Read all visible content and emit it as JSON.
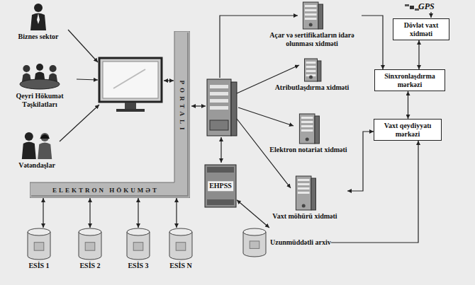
{
  "diagram": {
    "nodes": [
      {
        "text": [
          "Biznes sektor"
        ]
      },
      {
        "text": [
          "Qeyri Hökumət Təşkilatları"
        ]
      },
      {
        "text": [
          "Vətəndaşlar"
        ]
      },
      {
        "text": [
          "ELEKTRON HÖKUMƏT",
          "PORTALI"
        ]
      },
      {
        "text": [
          "ESİS 1"
        ]
      },
      {
        "text": [
          "ESİS 2"
        ]
      },
      {
        "text": [
          "ESİS 3"
        ]
      },
      {
        "text": [
          "ESİS N"
        ]
      },
      {
        "text": [
          "EHPSS"
        ]
      },
      {
        "text": [
          "Açar və sertifikatların idarə olunması xidməti"
        ]
      },
      {
        "text": [
          "Atributlaşdırma xidməti"
        ]
      },
      {
        "text": [
          "Elektron notariat xidməti"
        ]
      },
      {
        "text": [
          "Vaxt möhürü xidməti"
        ]
      },
      {
        "text": [
          "Uzunmüddətli arxiv"
        ]
      },
      {
        "text": [
          "Dövlət vaxt xidməti"
        ]
      },
      {
        "text": [
          "Sinxronlaşdırma mərkəzi"
        ]
      },
      {
        "text": [
          "Vaxt qeydiyyatı mərkəzi"
        ]
      }
    ],
    "edges": [
      {
        "from": 4,
        "to": 3,
        "arrow": "both"
      },
      {
        "from": 5,
        "to": 3,
        "arrow": "both"
      },
      {
        "from": 6,
        "to": 3,
        "arrow": "both"
      },
      {
        "from": 7,
        "to": 3,
        "arrow": "both"
      },
      {
        "from": 8,
        "to": 13,
        "arrow": "both"
      },
      {
        "from": 9,
        "to": 15,
        "arrow": "to"
      },
      {
        "from": 14,
        "to": 15,
        "arrow": "both"
      },
      {
        "from": 15,
        "to": 16,
        "arrow": "both"
      },
      {
        "from": 12,
        "to": 16,
        "arrow": "both"
      },
      {
        "from": 13,
        "to": 16,
        "arrow": "to"
      }
    ],
    "labels": [
      "GPS"
    ]
  }
}
